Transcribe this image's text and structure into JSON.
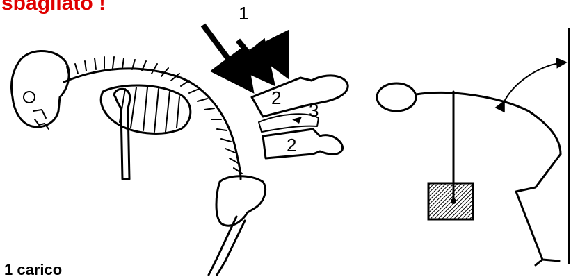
{
  "header": {
    "title": "sbagliato !"
  },
  "diagram": {
    "labels": {
      "load": "1",
      "vertebra_top": "2",
      "disc": "3",
      "vertebra_bottom": "2"
    }
  },
  "footer": {
    "caption": "1 carico"
  },
  "colors": {
    "title": "#e00000",
    "ink": "#000000",
    "background": "#ffffff"
  }
}
